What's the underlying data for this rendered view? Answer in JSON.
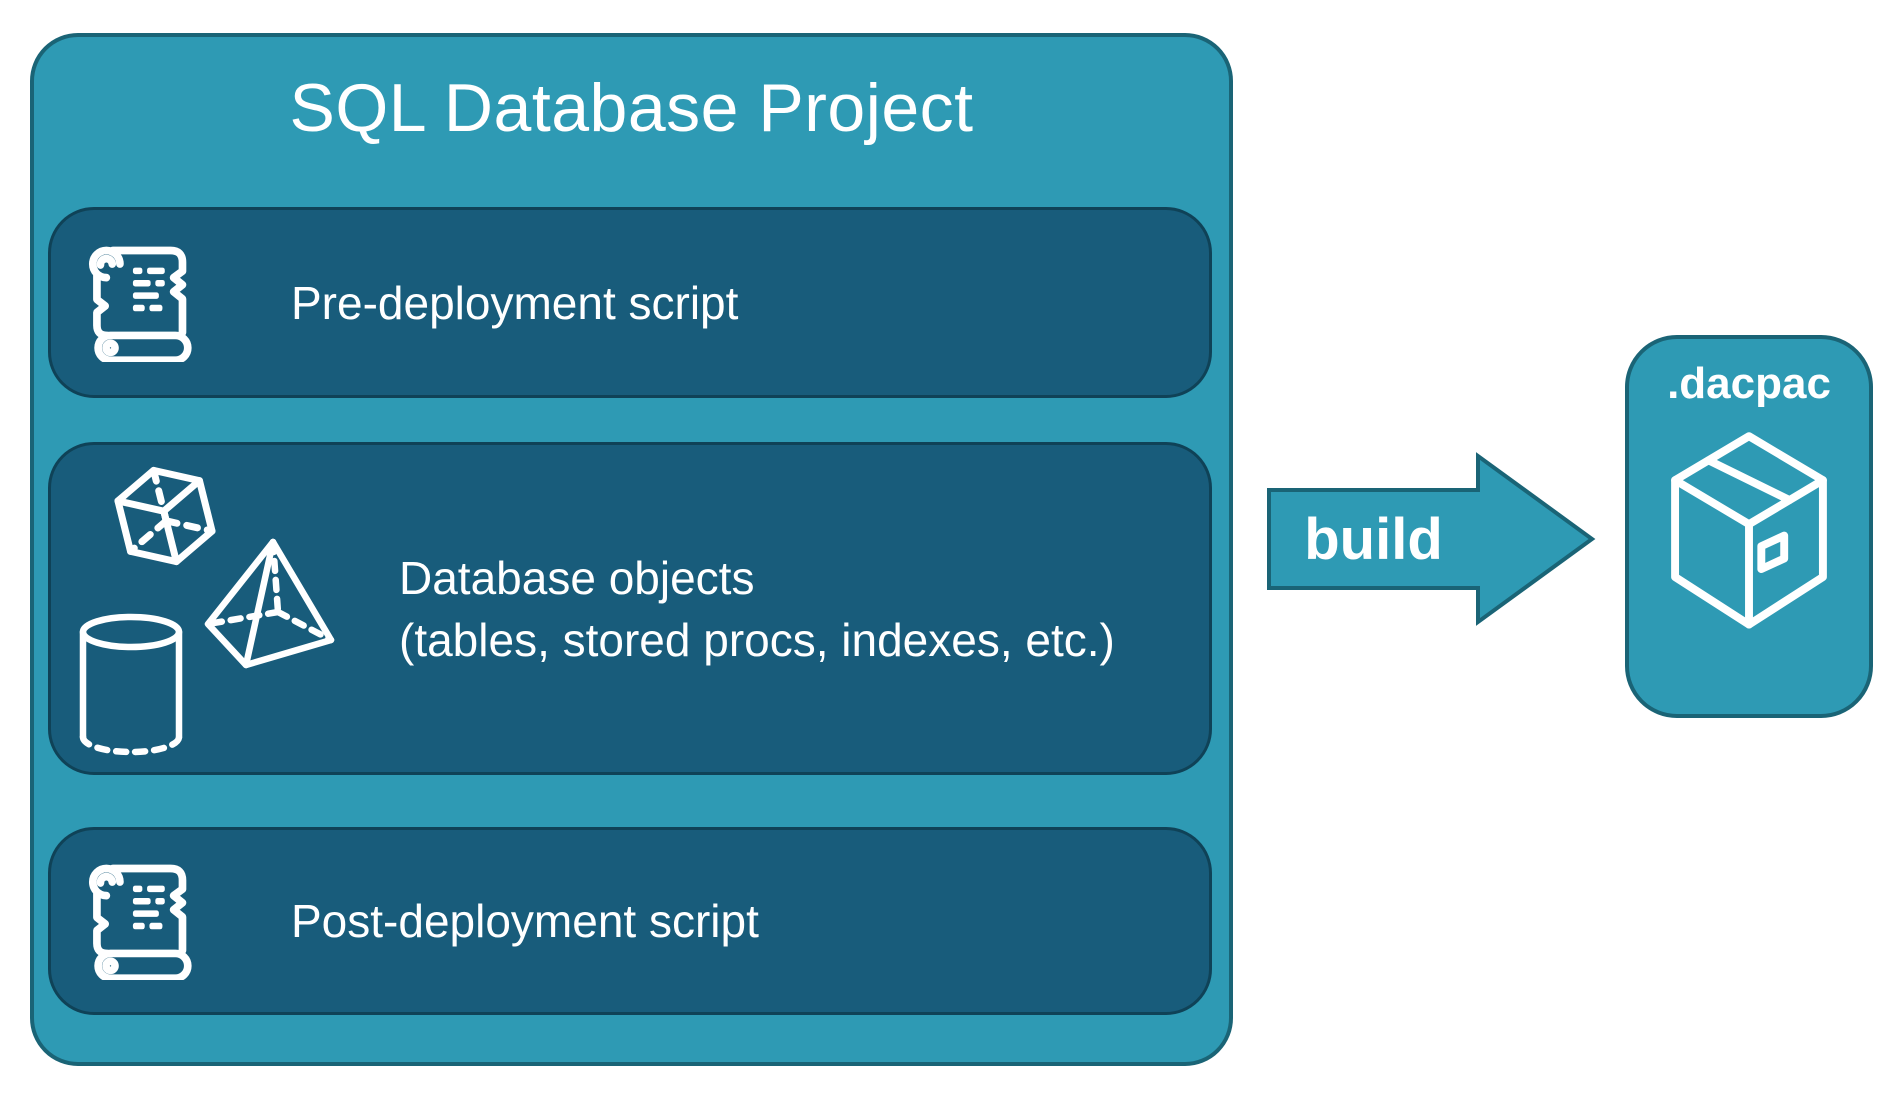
{
  "colors": {
    "teal": "#2E9AB4",
    "tealBorder": "#1A6476",
    "darkBox": "#185C7B",
    "darkBoxBorder": "#0F4257",
    "text": "#FFFFFF",
    "background": "#FFFFFF"
  },
  "project": {
    "title": "SQL Database Project",
    "boxes": [
      {
        "id": "pre-deployment",
        "label": "Pre-deployment script",
        "icon": "scroll-icon"
      },
      {
        "id": "database-objects",
        "label_line1": "Database objects",
        "label_line2": "(tables, stored procs, indexes, etc.)",
        "icon": "3d-shapes-icon"
      },
      {
        "id": "post-deployment",
        "label": "Post-deployment script",
        "icon": "scroll-icon"
      }
    ]
  },
  "arrow": {
    "label": "build"
  },
  "output": {
    "label": ".dacpac",
    "icon": "package-icon"
  }
}
